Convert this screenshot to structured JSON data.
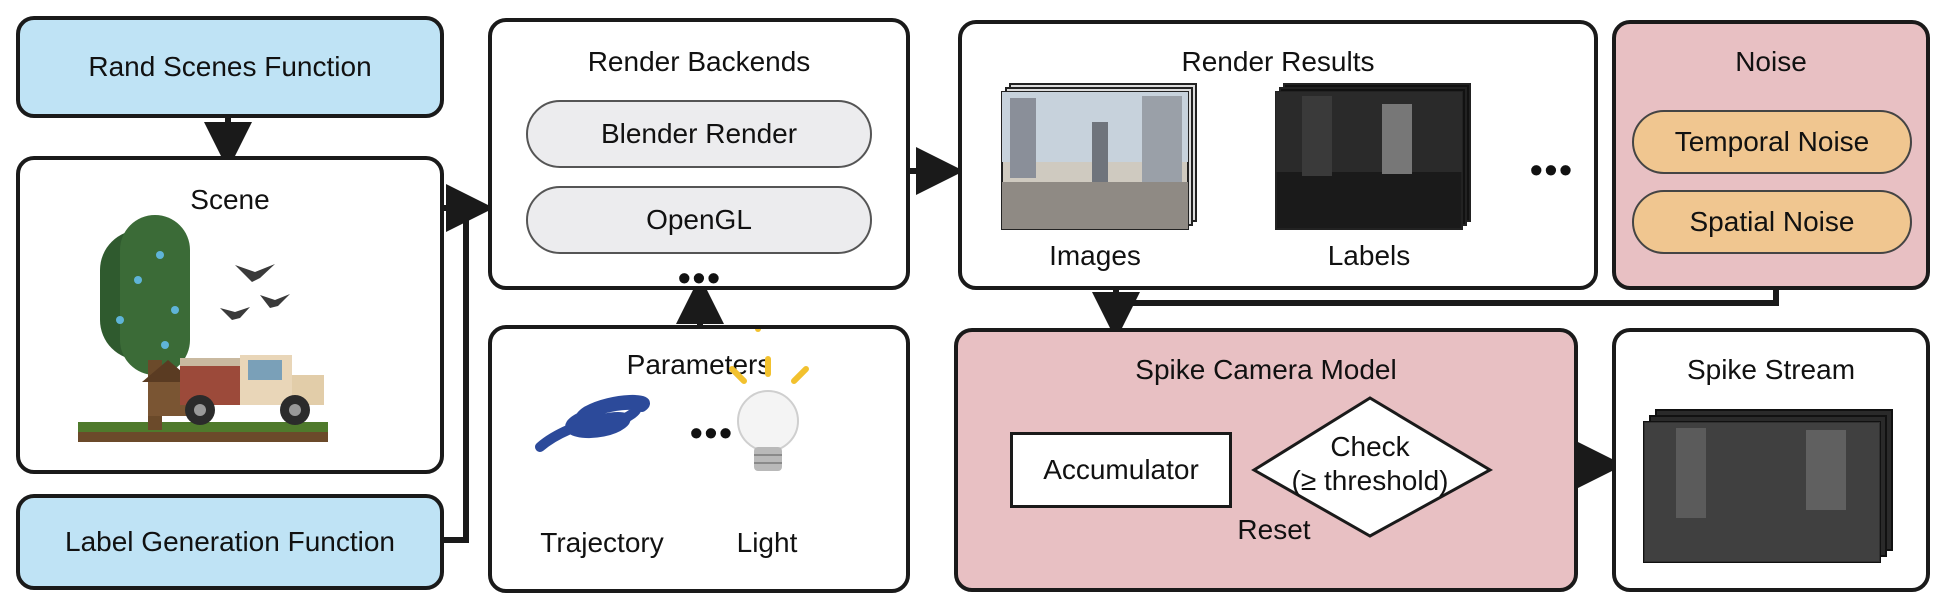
{
  "rand_scenes": {
    "label": "Rand Scenes Function"
  },
  "scene": {
    "title": "Scene"
  },
  "label_gen": {
    "label": "Label Generation Function"
  },
  "render_backends": {
    "title": "Render Backends",
    "items": [
      "Blender Render",
      "OpenGL"
    ],
    "more": "•••"
  },
  "parameters": {
    "title": "Parameters",
    "trajectory": "Trajectory",
    "light": "Light",
    "more": "•••"
  },
  "render_results": {
    "title": "Render Results",
    "images": "Images",
    "labels": "Labels",
    "more": "•••"
  },
  "noise": {
    "title": "Noise",
    "items": [
      "Temporal Noise",
      "Spatial Noise"
    ]
  },
  "spike_camera": {
    "title": "Spike Camera Model",
    "accumulator": "Accumulator",
    "check_line1": "Check",
    "check_line2": "(≥ threshold)",
    "reset": "Reset"
  },
  "spike_stream": {
    "title": "Spike Stream"
  },
  "colors": {
    "function_fill": "#bfe3f5",
    "model_fill": "#e8c0c3",
    "noise_pill": "#f0c690",
    "backend_pill": "#ececee",
    "border": "#1a1a1a"
  }
}
